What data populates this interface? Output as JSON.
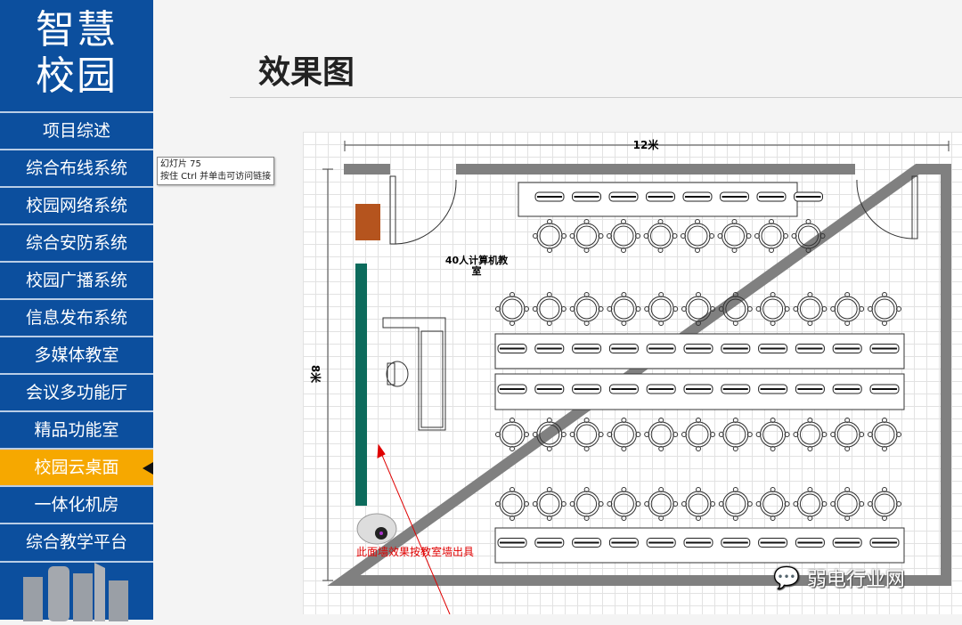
{
  "sidebar": {
    "logo_line1": "智慧",
    "logo_line2": "校园",
    "items": [
      "项目综述",
      "综合布线系统",
      "校园网络系统",
      "综合安防系统",
      "校园广播系统",
      "信息发布系统",
      "多媒体教室",
      "会议多功能厅",
      "精品功能室",
      "校园云桌面",
      "一体化机房",
      "综合教学平台"
    ],
    "active_index": 9
  },
  "tooltip": {
    "line1": "幻灯片 75",
    "line2": "按住 Ctrl 并单击可访问链接"
  },
  "main": {
    "title": "效果图"
  },
  "plan": {
    "width_label": "12米",
    "height_label": "8米",
    "room_label_1": "40人计算机教",
    "room_label_2": "室",
    "note": "此面墙效果按教室墙出具"
  },
  "watermark": "弱电行业网",
  "colors": {
    "sidebar": "#0c4f9e",
    "active": "#f6a800",
    "note": "#e00000"
  }
}
